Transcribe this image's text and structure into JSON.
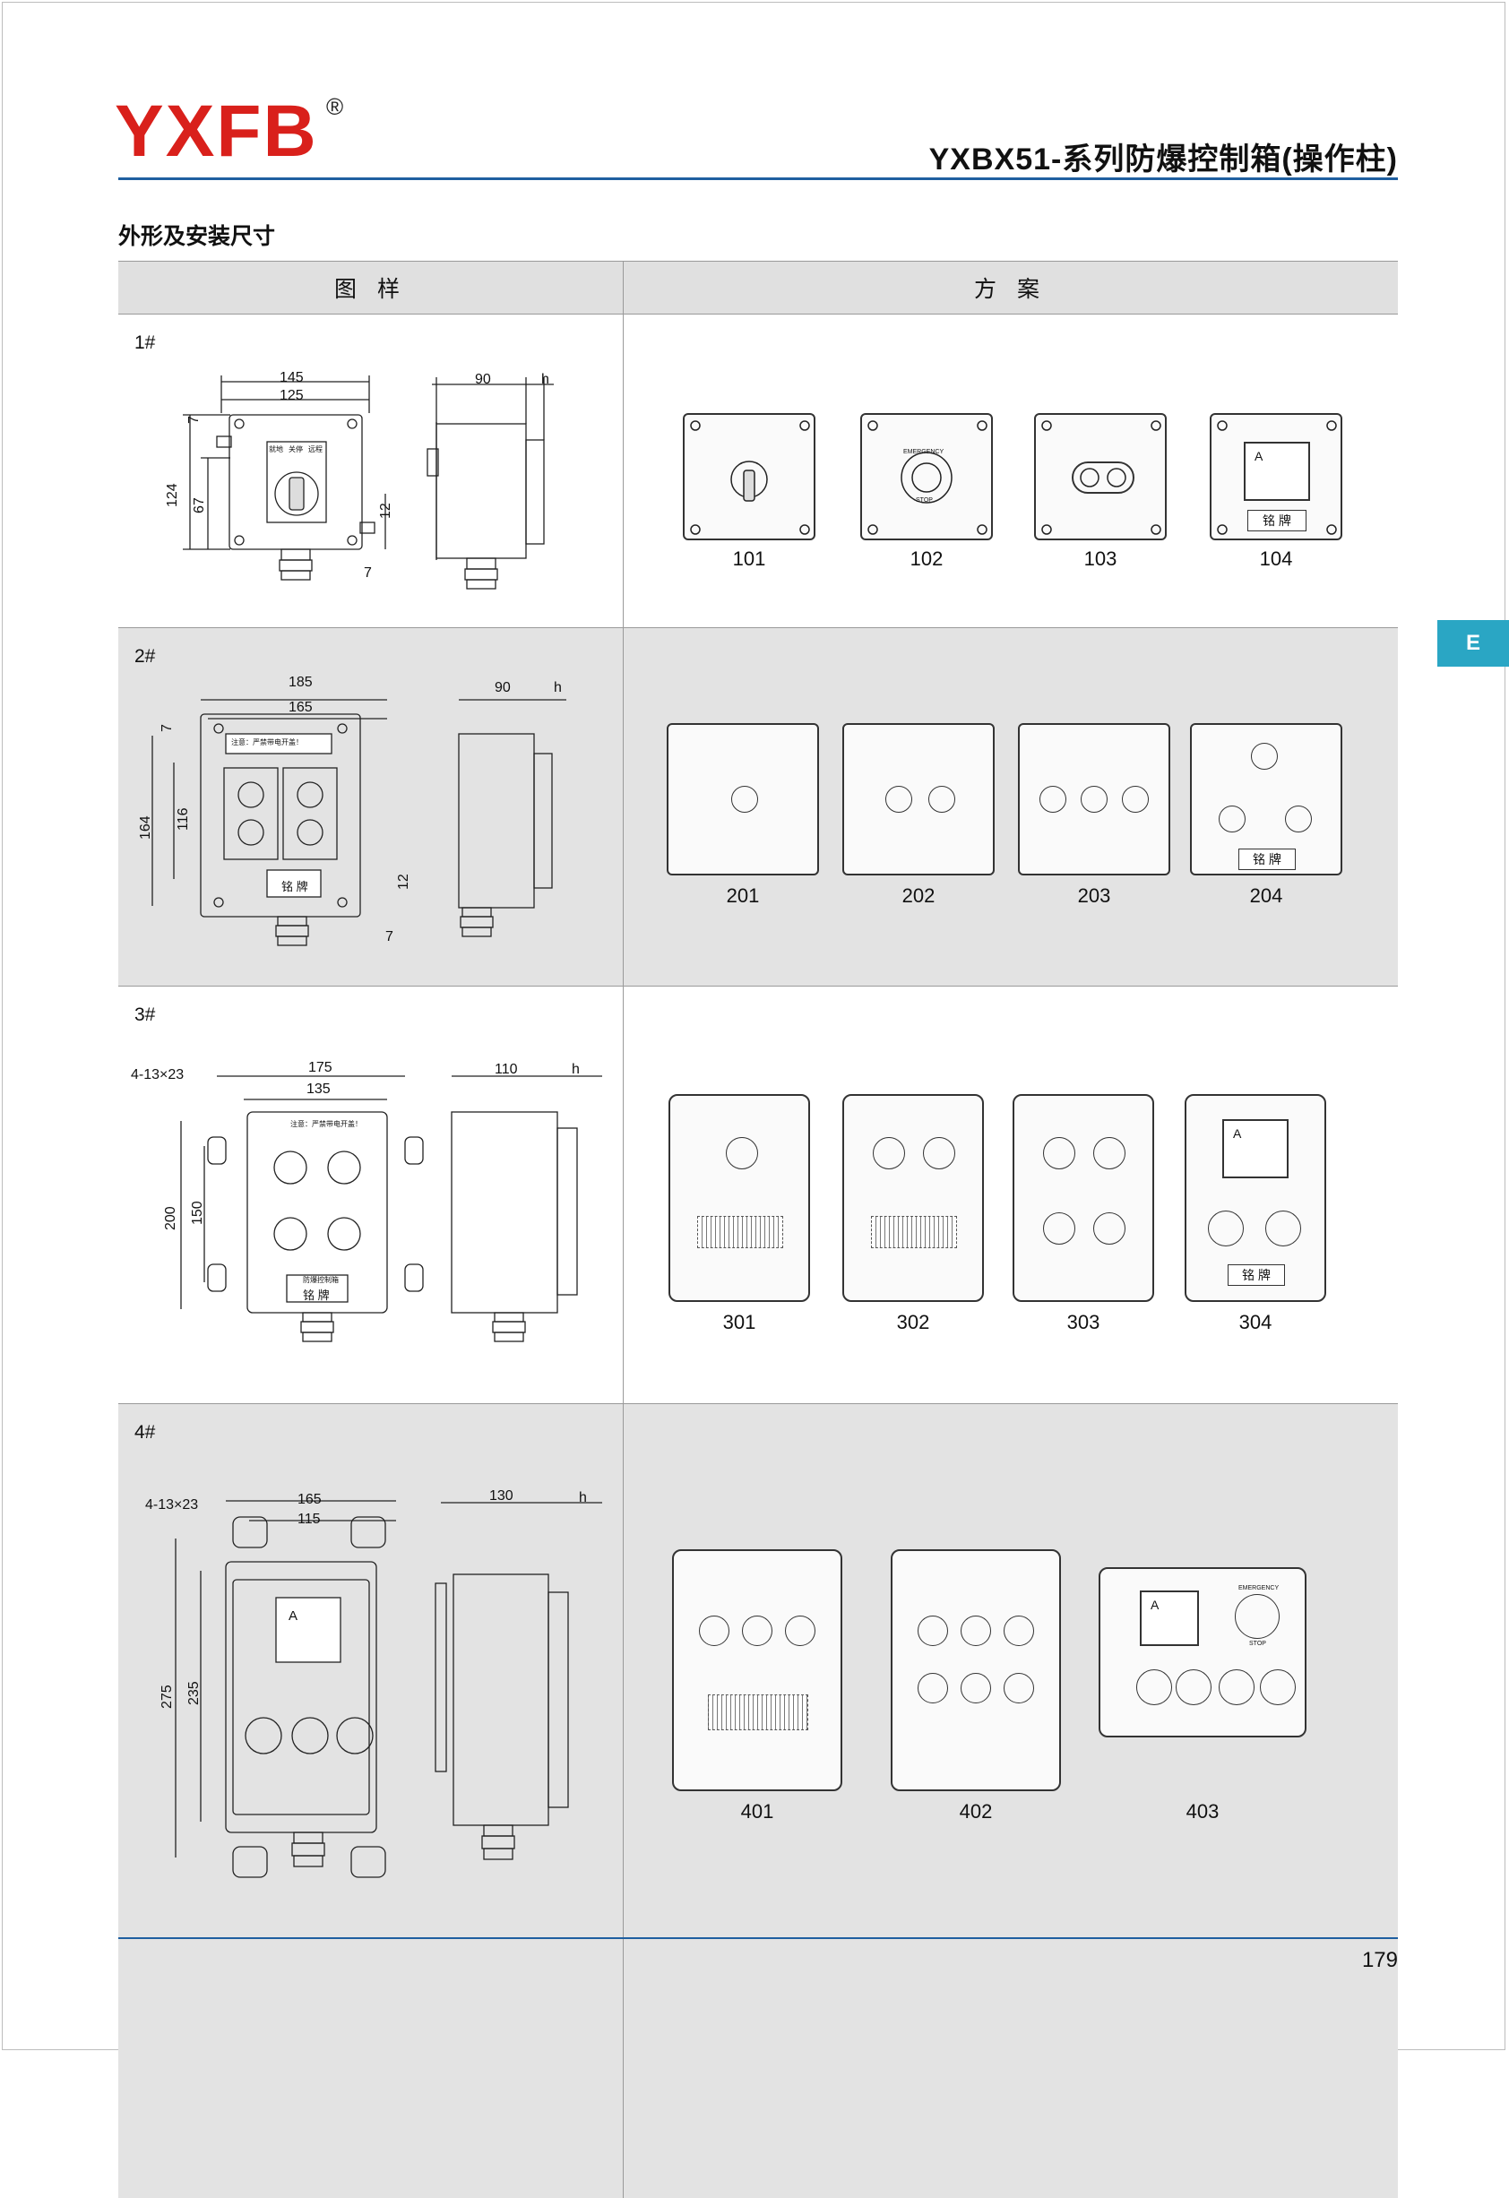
{
  "header": {
    "brand": "YXFB",
    "registered_mark": "®",
    "title": "YXBX51-系列防爆控制箱(操作柱)",
    "section_heading": "外形及安装尺寸",
    "side_tab": "E"
  },
  "table": {
    "col_headers": [
      "图 样",
      "方 案"
    ],
    "rows": [
      {
        "label": "1#",
        "dims": {
          "w1": "145",
          "w2": "125",
          "h1": "124",
          "h2": "67",
          "t1": "7",
          "t2": "12",
          "t3": "7",
          "depth": "90",
          "h": "h"
        },
        "front_text": [
          "就地",
          "关停",
          "远程"
        ],
        "schemes": [
          "101",
          "102",
          "103",
          "104"
        ],
        "plate": "铭 牌",
        "estop": [
          "EMERGENCY",
          "STOP"
        ]
      },
      {
        "label": "2#",
        "dims": {
          "w1": "185",
          "w2": "165",
          "h1": "164",
          "h2": "116",
          "t1": "7",
          "t2": "12",
          "t3": "7",
          "depth": "90",
          "h": "h"
        },
        "warning": "注意：严禁带电开盖！",
        "plate": "铭 牌",
        "schemes": [
          "201",
          "202",
          "203",
          "204"
        ]
      },
      {
        "label": "3#",
        "dims": {
          "holes": "4-13×23",
          "w1": "175",
          "w2": "135",
          "h1": "200",
          "h2": "150",
          "depth": "110",
          "h": "h"
        },
        "warning": "注意：严禁带电开盖！",
        "plate_title": "防爆控制箱",
        "plate": "铭 牌",
        "schemes": [
          "301",
          "302",
          "303",
          "304"
        ]
      },
      {
        "label": "4#",
        "dims": {
          "holes": "4-13×23",
          "w1": "165",
          "w2": "115",
          "h1": "275",
          "h2": "235",
          "depth": "130",
          "h": "h"
        },
        "estop": [
          "EMERGENCY",
          "STOP"
        ],
        "schemes": [
          "401",
          "402",
          "403"
        ]
      }
    ]
  },
  "meter_symbol": "A",
  "page_number": "179"
}
